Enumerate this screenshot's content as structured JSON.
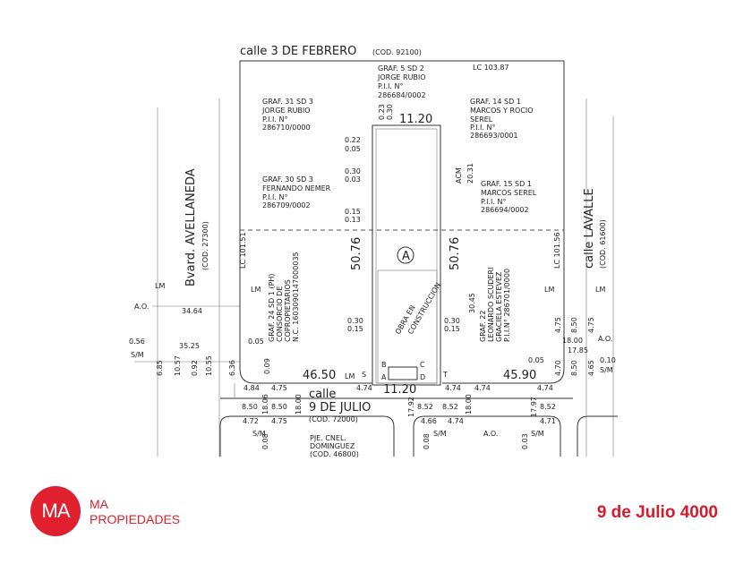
{
  "plan": {
    "street_top": "calle 3 DE FEBRERO",
    "street_top_code": "(COD. 92100)",
    "lc_top": "LC 103.87",
    "street_left": "Bvard. AVELLANEDA",
    "street_left_code": "(COD. 27300)",
    "street_right": "calle LAVALLE",
    "street_right_code": "(COD. 61600)",
    "street_bottom_1": "calle",
    "street_bottom_2": "9 DE JULIO",
    "street_bottom_code": "(COD. 72000)",
    "passage": [
      "PJE. CNEL.",
      "DOMINGUEZ",
      "(COD. 46800)"
    ],
    "parcels": {
      "g5": [
        "GRAF. 5 SD 2",
        "JORGE RUBIO",
        "P.I.I. N°",
        "286684/0002"
      ],
      "g31": [
        "GRAF. 31 SD 3",
        "JORGE RUBIO",
        "P.I.I. N°",
        "286710/0000"
      ],
      "g14": [
        "GRAF. 14 SD 1",
        "MARCOS Y ROCIO",
        "SEREL",
        "P.I.I. N°",
        "286693/0001"
      ],
      "g30": [
        "GRAF. 30 SD 3",
        "FERNANDO NEMER",
        "P.I.I. N°",
        "286709/0002"
      ],
      "g15": [
        "GRAF. 15 SD 1",
        "MARCOS SEREL",
        "P.I.I. N°",
        "286694/0002"
      ],
      "g24": [
        "GRAF. 24 SD 1 (PH)",
        "CONSORCIO DE",
        "COPROPIETARIOS",
        "N.C. 1603090147000035"
      ],
      "g22": [
        "GRAF. 22",
        "LEONARDO SCUDERI",
        "GRACIELA ESTEVEZ",
        "P.I.I.N° 286701/0000"
      ]
    },
    "lot_label": "A",
    "construction": [
      "OBRA EN",
      "CONSTRUCCION"
    ],
    "dims": {
      "front": "11.20",
      "front_bottom": "11.20",
      "side_left": "50.76",
      "side_right": "50.76",
      "d023": "0.23",
      "d030a": "0.30",
      "d022": "0.22",
      "d005a": "0.05",
      "d030b": "0.30",
      "d003": "0.03",
      "d015a": "0.15",
      "d013": "0.13",
      "d030c": "0.30",
      "d015b": "0.15",
      "d030d": "0.30",
      "d015c": "0.15",
      "acm": "ACM",
      "d2031": "20.31",
      "d3045": "30.45",
      "lc_left": "LC 101.51",
      "lc_right": "LC 101.56",
      "w4650": "46.50",
      "w4590": "45.90",
      "d3464": "34.64",
      "d3525": "35.25",
      "d056": "0.56",
      "d685": "6.85",
      "d1057": "10.57",
      "d092": "0.92",
      "d1055": "10.55",
      "d636": "6.36",
      "d005b": "0.05",
      "d009": "0.09",
      "d005c": "0.05",
      "d1785": "17.85",
      "d010": "0.10",
      "d475a": "4.75",
      "d850a": "8.50",
      "d475b": "4.75",
      "d1800a": "18.00",
      "d470": "4.70",
      "d850b": "8.50",
      "d465": "4.65",
      "b484": "4.84",
      "b475": "4.75",
      "b474a": "4.74",
      "b474b": "4.74",
      "b474c": "4.74",
      "b474d": "4.74",
      "b850a": "8.50",
      "b1806": "18.06",
      "b850b": "8.50",
      "b1800": "18.00",
      "b792": "17.92",
      "b852a": "8.52",
      "b852b": "8.52",
      "b1800b": "18.00",
      "b1797": "17.97",
      "b852c": "8.52",
      "b472": "4.72",
      "b475c": "4.75",
      "b466": "4.66",
      "b474e": "4.74",
      "b471": "4.71",
      "b008a": "0.08",
      "b008b": "0.08",
      "b003": "0.03"
    },
    "marks": {
      "lm": "LM",
      "ao": "A.O.",
      "sm": "S/M",
      "s": "S",
      "t": "T",
      "a": "A",
      "b": "B",
      "c": "C",
      "d": "D"
    }
  },
  "footer": {
    "logo_text": "MA",
    "brand_line1": "MA",
    "brand_line2": "PROPIEDADES",
    "address": "9 de Julio 4000",
    "accent_color": "#e0202f"
  }
}
